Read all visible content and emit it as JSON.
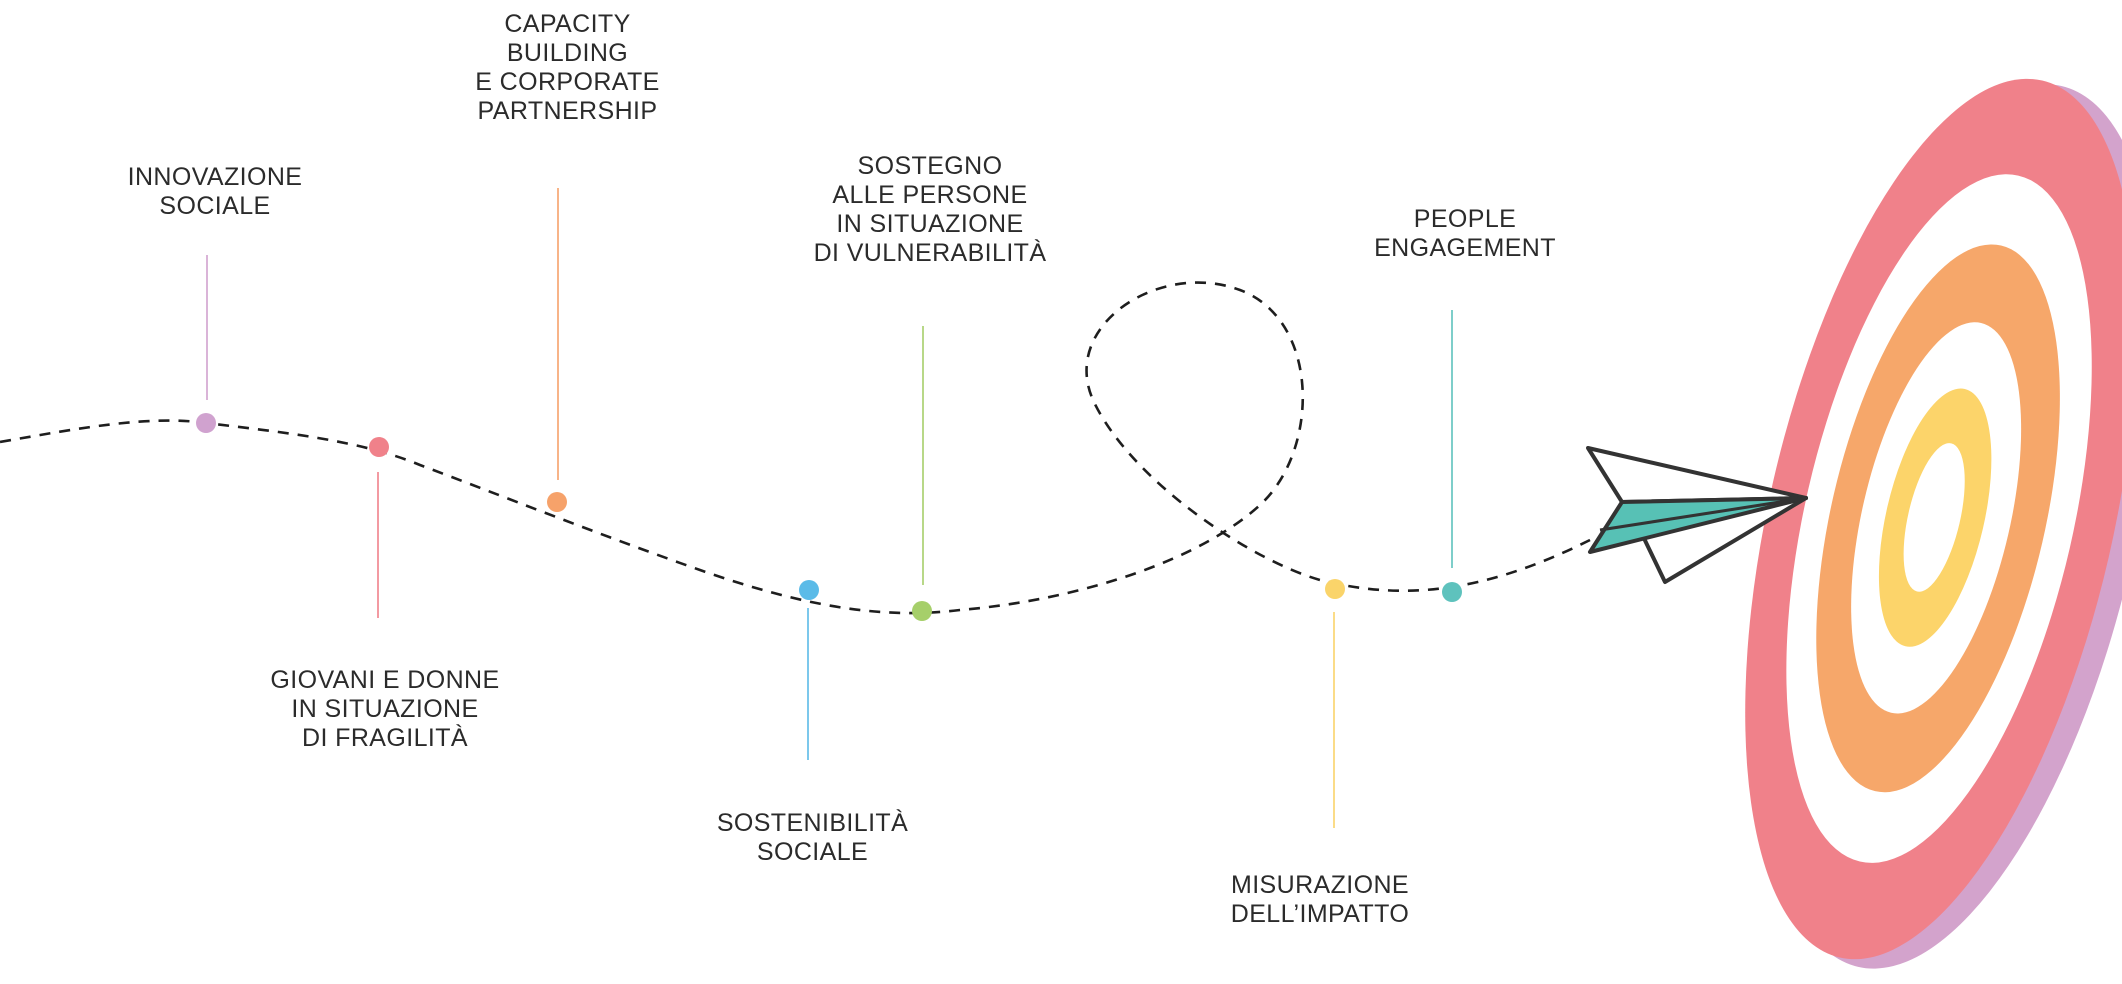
{
  "milestones": [
    {
      "id": "innovazione",
      "lines": [
        "INNOVAZIONE",
        "SOCIALE"
      ],
      "color": "#d0a2cf"
    },
    {
      "id": "giovani",
      "lines": [
        "GIOVANI E DONNE",
        "IN SITUAZIONE",
        "DI FRAGILITÀ"
      ],
      "color": "#f0818a"
    },
    {
      "id": "capacity",
      "lines": [
        "CAPACITY",
        "BUILDING",
        "E CORPORATE",
        "PARTNERSHIP"
      ],
      "color": "#f6a26a"
    },
    {
      "id": "sostenibilita",
      "lines": [
        "SOSTENIBILITÀ",
        "SOCIALE"
      ],
      "color": "#5bbbe8"
    },
    {
      "id": "sostegno",
      "lines": [
        "SOSTEGNO",
        "ALLE PERSONE",
        "IN SITUAZIONE",
        "DI VULNERABILITÀ"
      ],
      "color": "#a6cf6a"
    },
    {
      "id": "misurazione",
      "lines": [
        "MISURAZIONE",
        "DELL’IMPATTO"
      ],
      "color": "#fad46a"
    },
    {
      "id": "people",
      "lines": [
        "PEOPLE",
        "ENGAGEMENT"
      ],
      "color": "#5ec2bd"
    }
  ],
  "target": {
    "rings": [
      "#f0818a",
      "#ffffff",
      "#f6a76a",
      "#ffffff",
      "#fcd46a",
      "#ffffff"
    ],
    "side_color": "#d3a3cc"
  },
  "plane": {
    "accent": "#57c1b5",
    "stroke": "#333333"
  },
  "path_color": "#1e1e1e"
}
